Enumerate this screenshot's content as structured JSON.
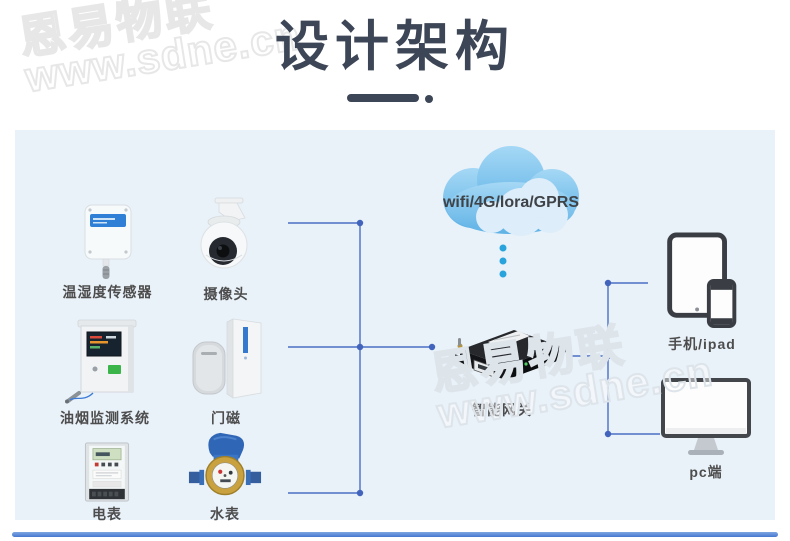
{
  "watermark": {
    "line1": "恩易物联",
    "line2": "www.sdne.cn"
  },
  "header": {
    "title": "设计架构"
  },
  "cloud": {
    "label": "wifi/4G/lora/GPRS"
  },
  "devices": {
    "temp_sensor": {
      "label": "温湿度传感器"
    },
    "camera": {
      "label": "摄像头"
    },
    "smoke_monitor": {
      "label": "油烟监测系统"
    },
    "door_sensor": {
      "label": "门磁"
    },
    "electric_meter": {
      "label": "电表"
    },
    "water_meter": {
      "label": "水表"
    }
  },
  "gateway": {
    "label": "智能网关"
  },
  "clients": {
    "mobile": {
      "label": "手机/ipad"
    },
    "pc": {
      "label": "pc端"
    }
  },
  "colors": {
    "panel_bg": "#e9f1f9",
    "line": "#4a6fc4",
    "junction_dot": "#4264bc",
    "cloud_dots": "#29a3dc",
    "title": "#3d4656",
    "bottom_bar": "#4578cf",
    "label_text": "#4d4d4d"
  }
}
